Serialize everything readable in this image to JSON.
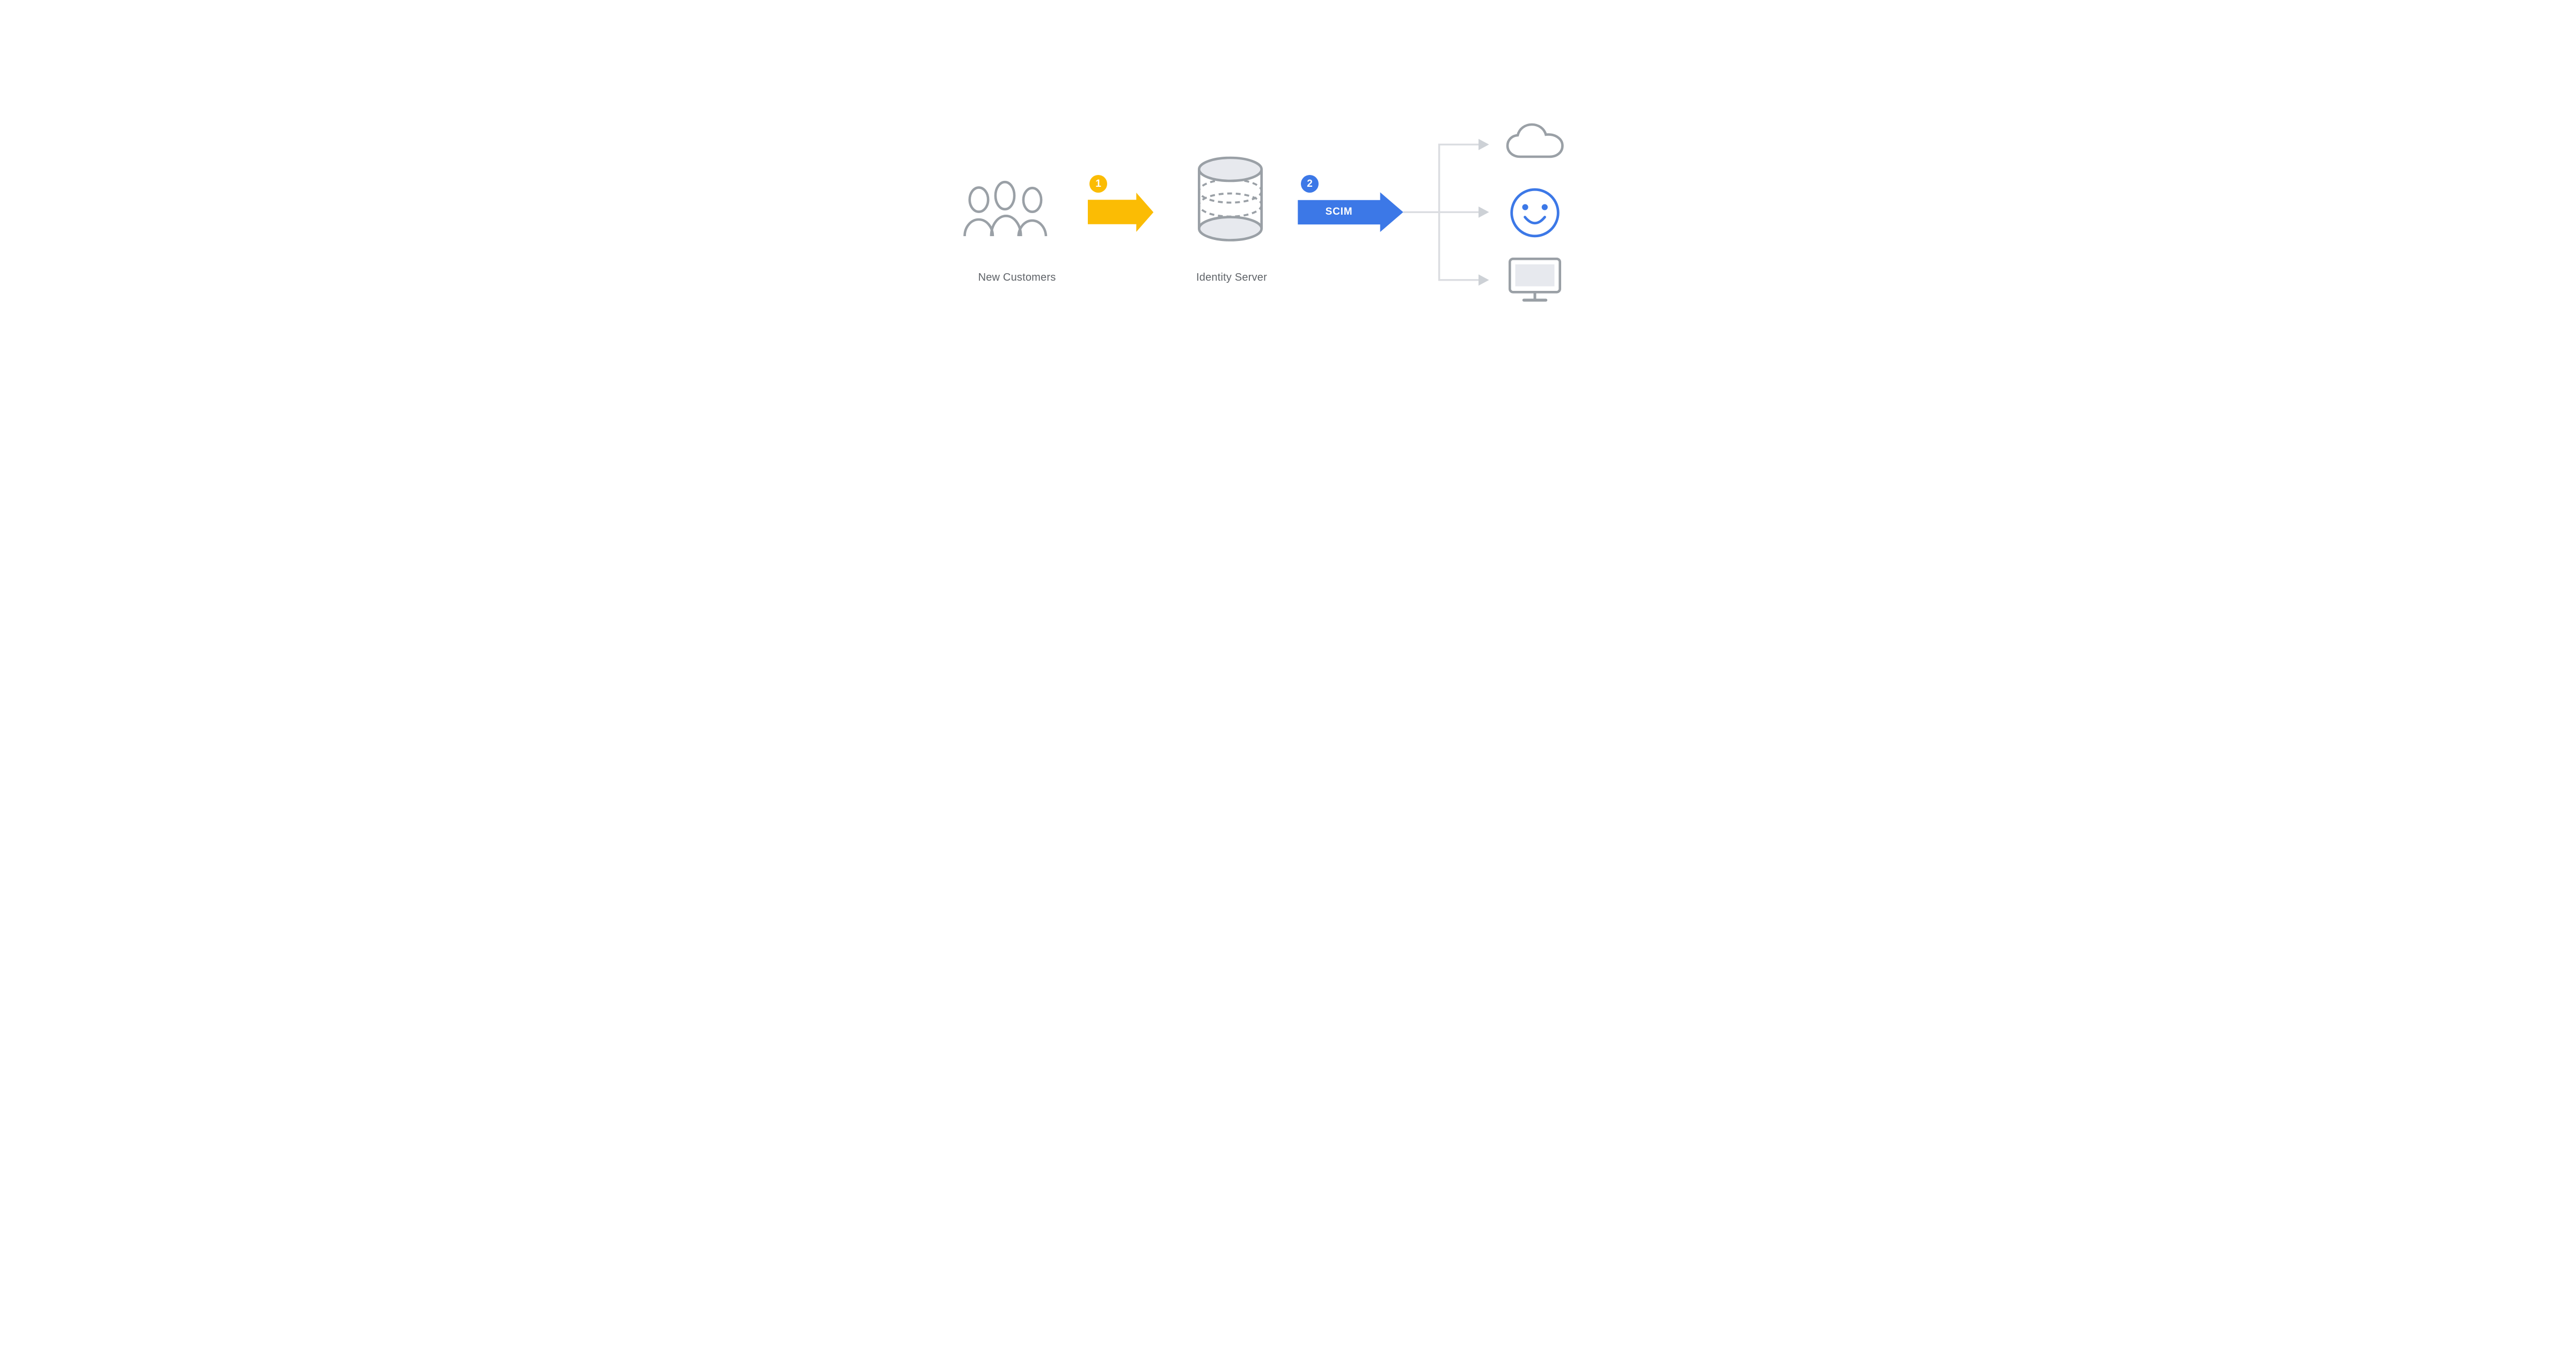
{
  "diagram": {
    "type": "flow-diagram",
    "nodes": {
      "customers": {
        "label": "New Customers",
        "icon": "people-group-icon"
      },
      "identity_server": {
        "label": "Identity Server",
        "icon": "database-cylinder-icon"
      },
      "targets": [
        {
          "icon": "cloud-icon"
        },
        {
          "icon": "smiley-face-icon"
        },
        {
          "icon": "monitor-icon"
        }
      ]
    },
    "flow": {
      "step1": {
        "number": "1"
      },
      "step2": {
        "number": "2"
      },
      "scim_arrow_label": "SCIM"
    }
  },
  "colors": {
    "yellow": "#FBBC04",
    "blue": "#3C78E7",
    "icon-gray": "#9AA0A6",
    "light-fill": "#E7E9EE",
    "line-gray": "#DBDDE1",
    "line-arrow": "#CDD1D6",
    "text-gray": "#5F6368",
    "badge-text": "#FFFFFF"
  }
}
